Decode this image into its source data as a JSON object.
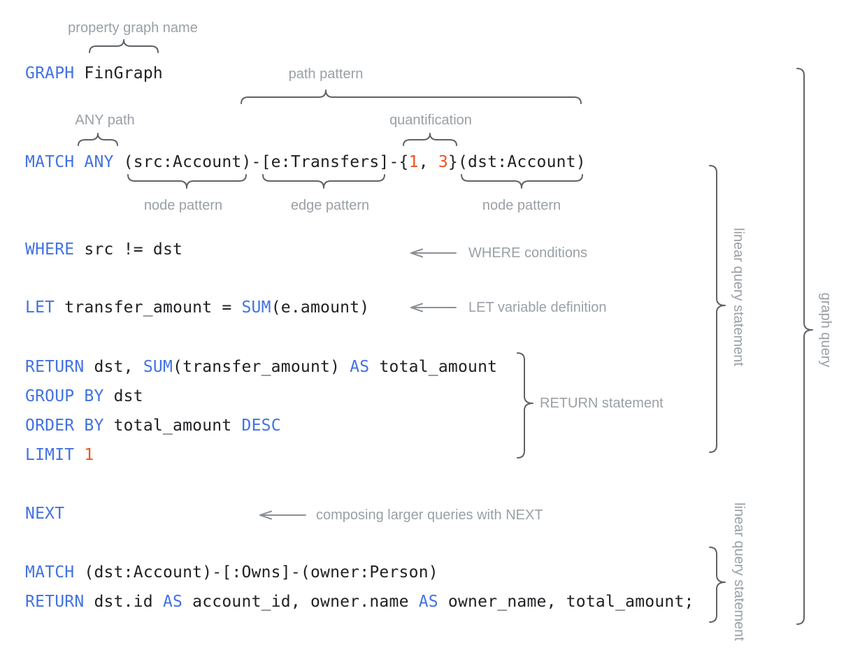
{
  "colors": {
    "keyword_blue": "#4272E2",
    "literal_orange": "#F0521E",
    "code_text": "#202124",
    "annotation_gray": "#9AA0A6",
    "brace_gray": "#5F6368"
  },
  "code": {
    "lines": [
      {
        "name": "graph-clause",
        "tokens": [
          {
            "t": "GRAPH"
          },
          {
            "t": " FinGraph"
          }
        ]
      },
      {
        "name": "match-clause-1",
        "tokens": [
          {
            "t": "MATCH ANY"
          },
          {
            "t": " (src:Account)-[e:Transfers]-{"
          },
          {
            "t": "1"
          },
          {
            "t": ", "
          },
          {
            "t": "3"
          },
          {
            "t": "}(dst:Account)"
          }
        ]
      },
      {
        "name": "where-clause",
        "tokens": [
          {
            "t": "WHERE"
          },
          {
            "t": " src != dst"
          }
        ]
      },
      {
        "name": "let-clause",
        "tokens": [
          {
            "t": "LET"
          },
          {
            "t": " transfer_amount = "
          },
          {
            "t": "SUM"
          },
          {
            "t": "(e.amount)"
          }
        ]
      },
      {
        "name": "return-clause-1",
        "tokens": [
          {
            "t": "RETURN"
          },
          {
            "t": " dst, "
          },
          {
            "t": "SUM"
          },
          {
            "t": "(transfer_amount) "
          },
          {
            "t": "AS"
          },
          {
            "t": " total_amount"
          }
        ]
      },
      {
        "name": "group-by-clause",
        "tokens": [
          {
            "t": "GROUP BY"
          },
          {
            "t": " dst"
          }
        ]
      },
      {
        "name": "order-by-clause",
        "tokens": [
          {
            "t": "ORDER BY"
          },
          {
            "t": " total_amount "
          },
          {
            "t": "DESC"
          }
        ]
      },
      {
        "name": "limit-clause",
        "tokens": [
          {
            "t": "LIMIT "
          },
          {
            "t": "1"
          }
        ]
      },
      {
        "name": "next-clause",
        "tokens": [
          {
            "t": "NEXT"
          }
        ]
      },
      {
        "name": "match-clause-2",
        "tokens": [
          {
            "t": "MATCH"
          },
          {
            "t": " (dst:Account)-[:Owns]-(owner:Person)"
          }
        ]
      },
      {
        "name": "return-clause-2",
        "tokens": [
          {
            "t": "RETURN"
          },
          {
            "t": " dst.id "
          },
          {
            "t": "AS"
          },
          {
            "t": " account_id, owner.name "
          },
          {
            "t": "AS"
          },
          {
            "t": " owner_name, total_amount;"
          }
        ]
      }
    ]
  },
  "annotations": {
    "property_graph_name": "property graph name",
    "path_pattern": "path pattern",
    "any_path": "ANY path",
    "quantification": "quantification",
    "node_pattern_1": "node pattern",
    "edge_pattern": "edge pattern",
    "node_pattern_2": "node pattern",
    "where_conditions": "WHERE conditions",
    "let_definition": "LET variable definition",
    "return_statement": "RETURN statement",
    "next_note": "composing larger queries with NEXT",
    "linear_query_statement_1": "linear query statement",
    "graph_query": "graph query",
    "linear_query_statement_2": "linear query statement"
  }
}
